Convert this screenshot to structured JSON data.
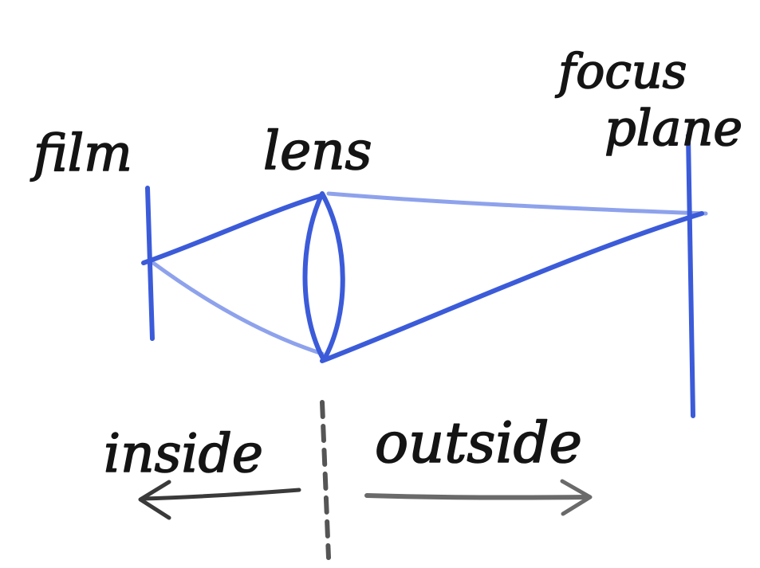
{
  "labels": {
    "film": "film",
    "lens": "lens",
    "focus_line1": "focus",
    "focus_line2": "plane",
    "inside": "inside",
    "outside": "outside"
  },
  "colors": {
    "background": "#ffffff",
    "optics_blue": "#3b5bd9",
    "ray_light_blue": "#8ea2ec",
    "ink": "#141414",
    "divider_gray": "#555555",
    "arrow_dark": "#3a3a3a",
    "arrow_gray": "#6a6a6a"
  },
  "elements": {
    "film_line": "film",
    "lens": "lens",
    "focus_plane_line": "focus plane",
    "divider": "inside/outside boundary"
  }
}
